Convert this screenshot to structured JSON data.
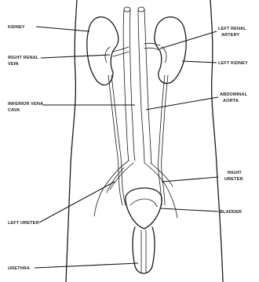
{
  "labels": {
    "kidney": "KIDNEY",
    "right_renal_vein_1": "RIGHT RENAL",
    "right_renal_vein_2": "VEIN",
    "inferior_vena_cava_1": "INFERIOR VENA",
    "inferior_vena_cava_2": "CAVA",
    "left_ureter": "LEFT URETER",
    "urethra": "URETHRA",
    "left_renal_artery_1": "LEFT RENAL",
    "left_renal_artery_2": "ARTERY",
    "left_kidney": "LEFT KIDNEY",
    "abdominal_aorta_1": "ABDOMINAL",
    "abdominal_aorta_2": "AORTA",
    "right_ureter_1": "RIGHT",
    "right_ureter_2": "URETER",
    "bladder": "BLADDER"
  }
}
